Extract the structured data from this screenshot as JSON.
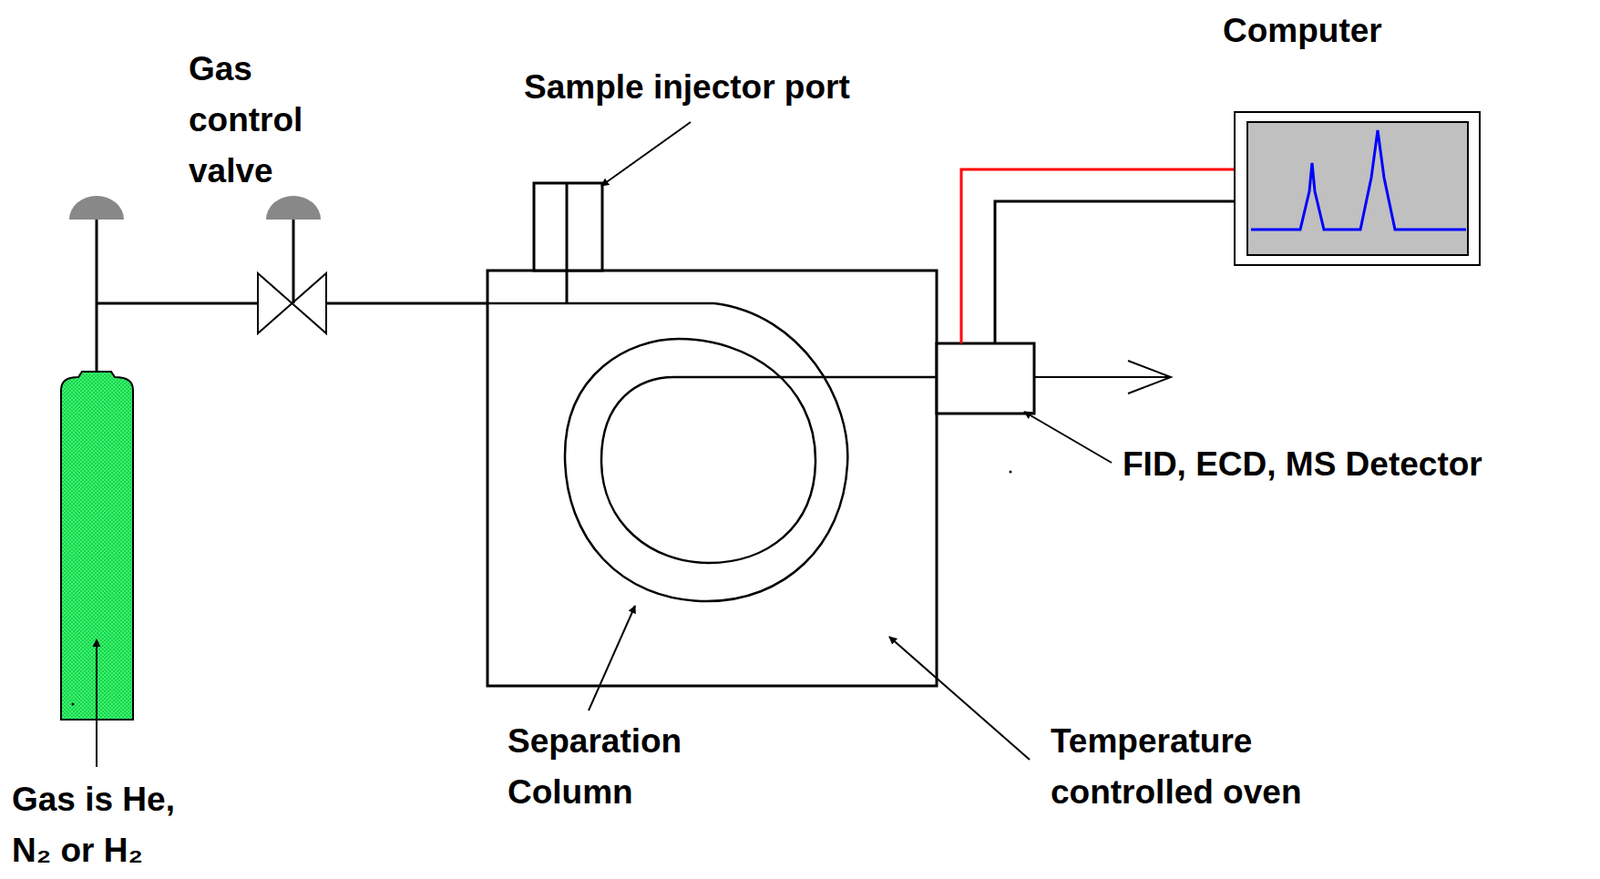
{
  "diagram": {
    "labels": [
      "Computer",
      "Gas control valve",
      "Sample injector port",
      "FID, ECD, MS Detector",
      "Separation Column",
      "Temperature controlled oven",
      "Gas is He, N₂ or H₂"
    ]
  }
}
